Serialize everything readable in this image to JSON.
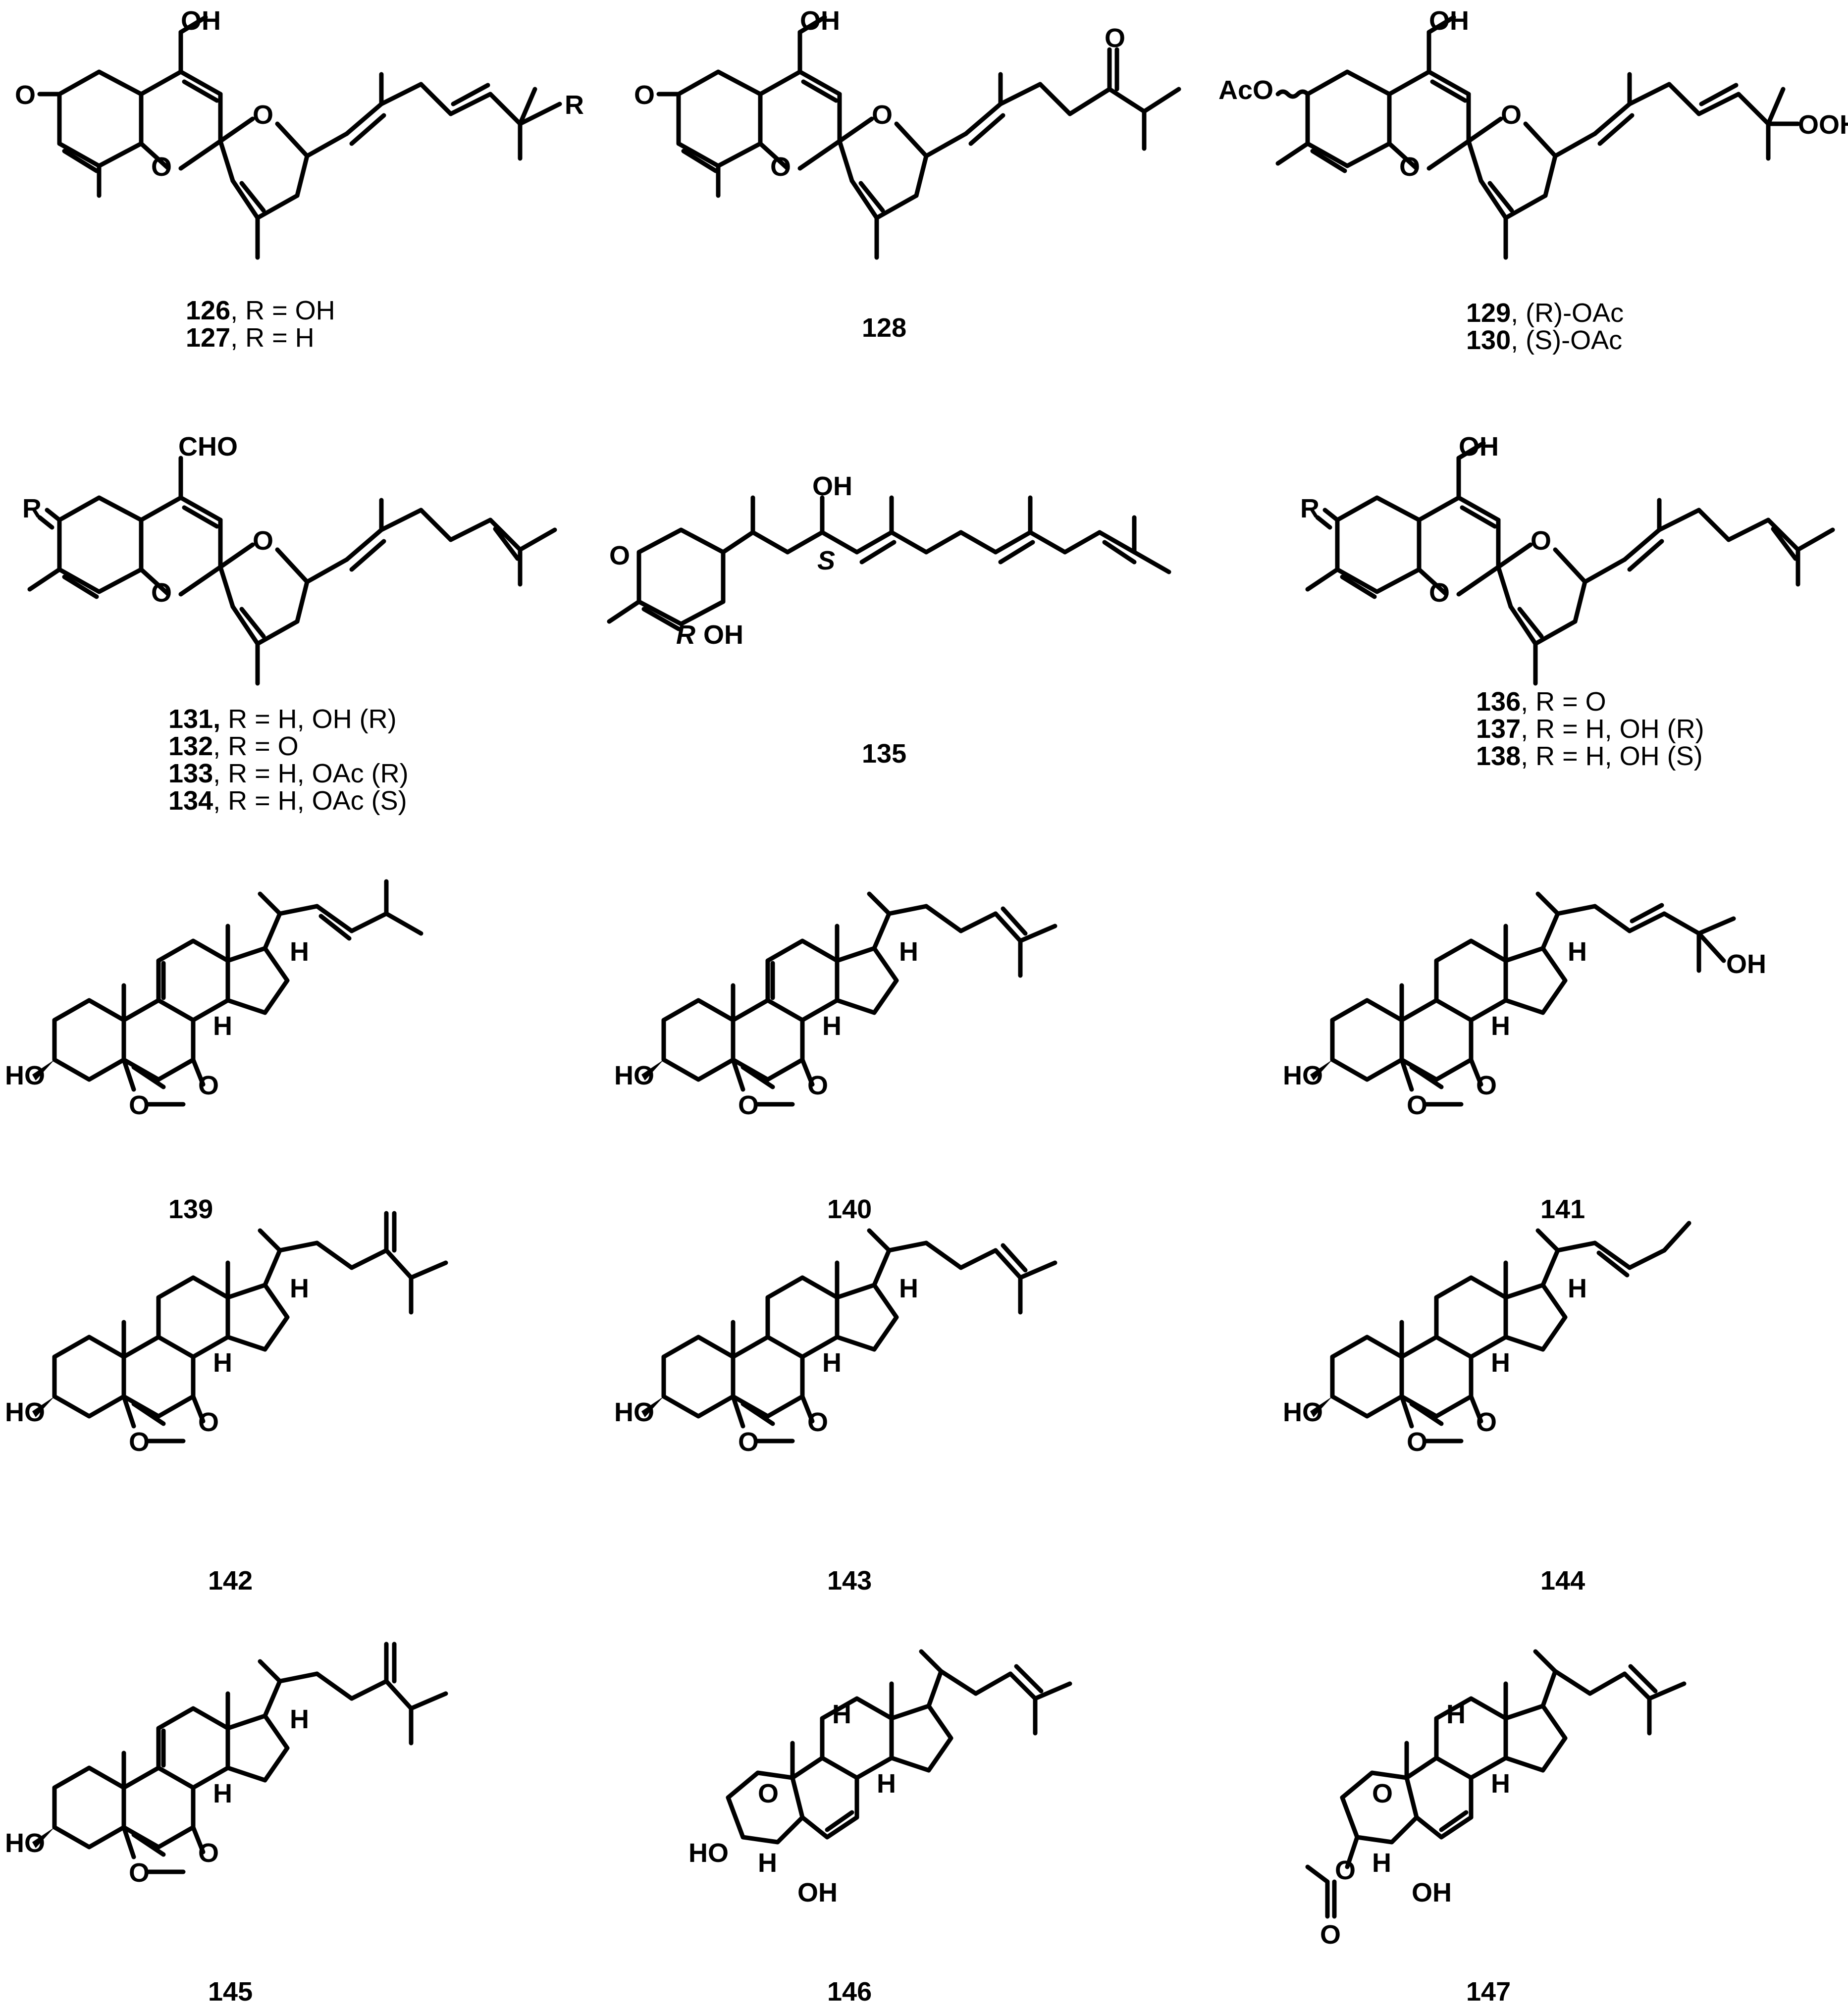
{
  "compounds": {
    "c126_127": {
      "atoms": {
        "oh": "OH",
        "keto": "O",
        "ring_o": "O",
        "pyran_o": "O",
        "r": "R"
      },
      "caption": [
        {
          "num": "126",
          "text": ", R = OH"
        },
        {
          "num": "127",
          "text": ", R = H"
        }
      ]
    },
    "c128": {
      "atoms": {
        "oh": "OH",
        "keto": "O",
        "ring_o": "O",
        "pyran_o": "O",
        "side_o": "O"
      },
      "caption": [
        {
          "num": "128",
          "text": ""
        }
      ]
    },
    "c129_130": {
      "atoms": {
        "aco": "AcO",
        "oh": "OH",
        "ring_o": "O",
        "pyran_o": "O",
        "ooh": "OOH"
      },
      "caption": [
        {
          "num": "129",
          "text": ", (R)-OAc"
        },
        {
          "num": "130",
          "text": ", (S)-OAc"
        }
      ]
    },
    "c131_134": {
      "atoms": {
        "cho": "CHO",
        "r": "R",
        "ring_o": "O",
        "pyran_o": "O"
      },
      "caption": [
        {
          "num": "131,",
          "text": " R = H, OH (R)"
        },
        {
          "num": "132",
          "text": ", R = O"
        },
        {
          "num": "133",
          "text": ", R = H, OAc (R)"
        },
        {
          "num": "134",
          "text": ", R = H, OAc (S)"
        }
      ]
    },
    "c135": {
      "atoms": {
        "keto": "O",
        "oh_top": "OH",
        "oh_ring": "OH",
        "s_label": "S",
        "r_label": "R"
      },
      "caption": [
        {
          "num": "135",
          "text": ""
        }
      ]
    },
    "c136_138": {
      "atoms": {
        "oh": "OH",
        "r": "R",
        "ring_o": "O",
        "pyran_o": "O"
      },
      "caption": [
        {
          "num": "136",
          "text": ", R = O"
        },
        {
          "num": "137",
          "text": ", R = H, OH (R)"
        },
        {
          "num": "138",
          "text": ", R = H, OH (S)"
        }
      ]
    },
    "sterols": [
      {
        "num": "139",
        "ho": "HO",
        "h17": "H",
        "h14": "H",
        "o1": "O",
        "o2": "O"
      },
      {
        "num": "140",
        "ho": "HO",
        "h17": "H",
        "h14": "H",
        "o1": "O",
        "o2": "O"
      },
      {
        "num": "141",
        "ho": "HO",
        "h17": "H",
        "h14": "H",
        "o1": "O",
        "o2": "O",
        "oh": "OH"
      },
      {
        "num": "142",
        "ho": "HO",
        "h17": "H",
        "h14": "H",
        "o1": "O",
        "o2": "O"
      },
      {
        "num": "143",
        "ho": "HO",
        "h17": "H",
        "h14": "H",
        "o1": "O",
        "o2": "O"
      },
      {
        "num": "144",
        "ho": "HO",
        "h17": "H",
        "h14": "H",
        "o1": "O",
        "o2": "O"
      },
      {
        "num": "145",
        "ho": "HO",
        "h17": "H",
        "h14": "H",
        "o1": "O",
        "o2": "O"
      }
    ],
    "c146": {
      "atoms": {
        "ho": "HO",
        "keto": "O",
        "h9": "H",
        "h14": "H",
        "h5": "H",
        "oh": "OH"
      },
      "num": "146"
    },
    "c147": {
      "atoms": {
        "ac_o": "O",
        "ac_co": "O",
        "keto": "O",
        "h9": "H",
        "h14": "H",
        "h5": "H",
        "oh": "OH"
      },
      "num": "147"
    }
  }
}
